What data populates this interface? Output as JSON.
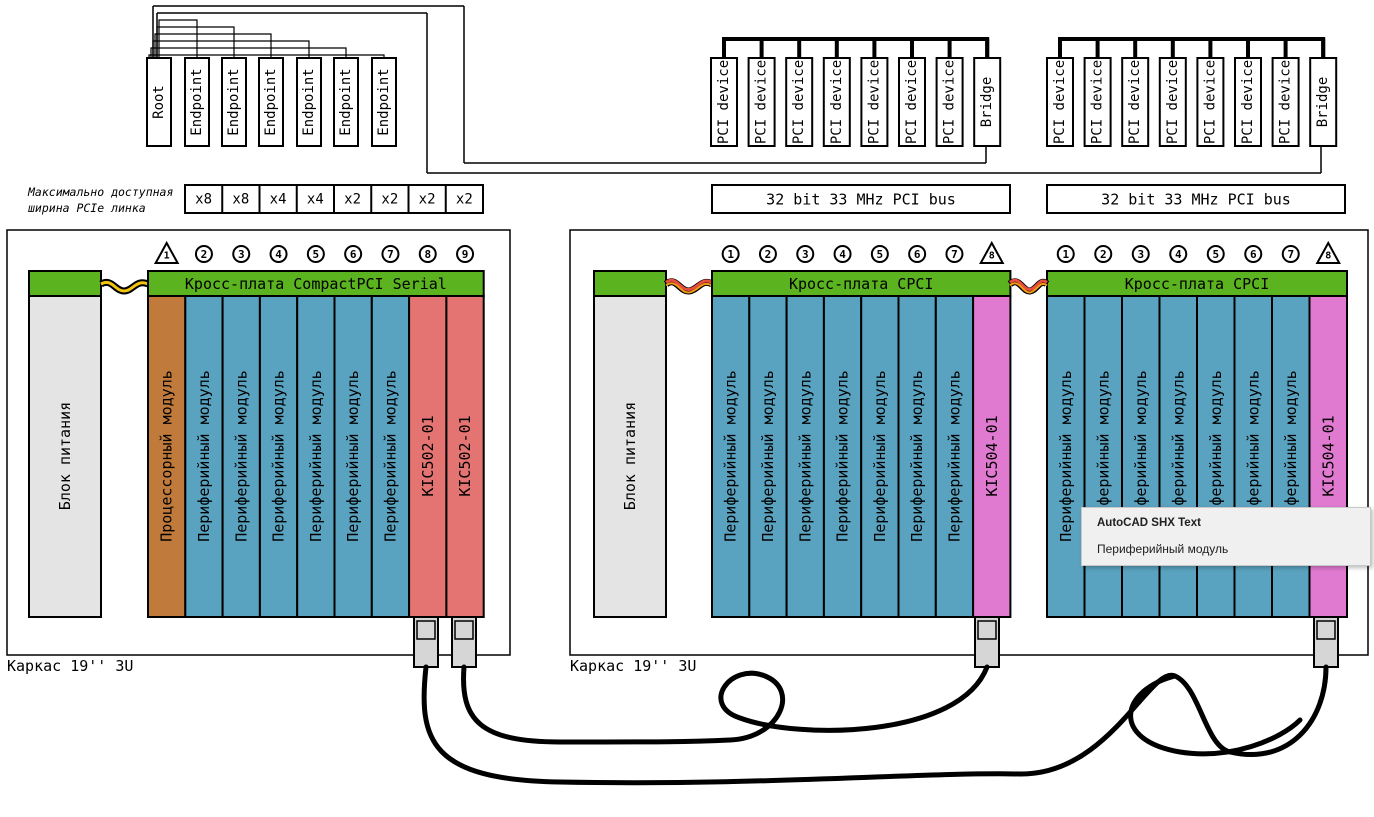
{
  "top_modules": {
    "root_label": "Root",
    "endpoint_label": "Endpoint",
    "endpoint_count": 6,
    "pci_device_label": "PCI device",
    "pci_device_count": 7,
    "bridge_label": "Bridge"
  },
  "link_width": {
    "caption_line1": "Максимально доступная",
    "caption_line2": "ширина PCIe линка",
    "values": [
      "x8",
      "x8",
      "x4",
      "x4",
      "x2",
      "x2",
      "x2",
      "x2"
    ]
  },
  "pci_bus_label": "32 bit 33 MHz PCI bus",
  "chassis_label": "Каркас 19'' 3U",
  "power_supply_label": "Блок питания",
  "chassis_left": {
    "backplane_title": "Кросс-плата CompactPCI Serial",
    "slot_numbers": [
      "1",
      "2",
      "3",
      "4",
      "5",
      "6",
      "7",
      "8",
      "9"
    ],
    "system_slot_marker": "1",
    "modules": [
      "Процессорный модуль",
      "Периферийный модуль",
      "Периферийный модуль",
      "Периферийный модуль",
      "Периферийный модуль",
      "Периферийный модуль",
      "Периферийный модуль",
      "KIC502-01",
      "KIC502-01"
    ]
  },
  "chassis_mid": {
    "backplane_title": "Кросс-плата CPCI",
    "slot_numbers": [
      "1",
      "2",
      "3",
      "4",
      "5",
      "6",
      "7",
      "8"
    ],
    "system_slot_marker": "8",
    "modules": [
      "Периферийный модуль",
      "Периферийный модуль",
      "Периферийный модуль",
      "Периферийный модуль",
      "Периферийный модуль",
      "Периферийный модуль",
      "Периферийный модуль",
      "KIC504-01"
    ]
  },
  "chassis_right": {
    "backplane_title": "Кросс-плата CPCI",
    "slot_numbers": [
      "1",
      "2",
      "3",
      "4",
      "5",
      "6",
      "7",
      "8"
    ],
    "system_slot_marker": "8",
    "modules": [
      "Периферийный модуль",
      "Периферийный модуль",
      "Периферийный модуль",
      "Периферийный модуль",
      "Периферийный модуль",
      "Периферийный модуль",
      "Периферийный модуль",
      "KIC504-01"
    ]
  },
  "tooltip": {
    "title": "AutoCAD SHX Text",
    "text": "Периферийный модуль"
  },
  "colors": {
    "backplane": "#5ab31f",
    "processor": "#c07b3c",
    "peripheral": "#5aa3c0",
    "kic502": "#e37471",
    "kic504": "#e07ad0",
    "power": "#e4e4e4",
    "connector": "#d6d6d6",
    "cable_yellow": "#f1c40f",
    "cable_red": "#e74c3c",
    "cable_orange": "#f39c12"
  }
}
